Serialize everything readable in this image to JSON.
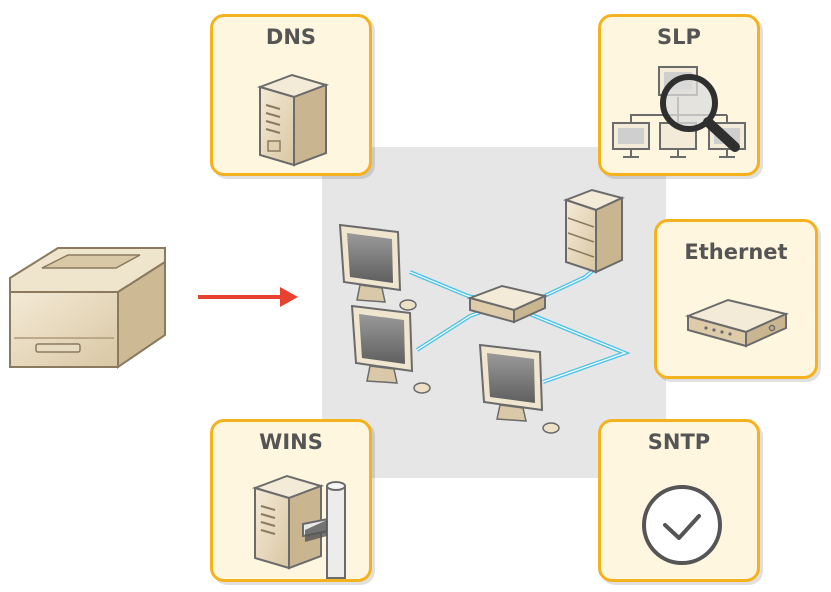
{
  "cards": {
    "dns": "DNS",
    "slp": "SLP",
    "ethernet": "Ethernet",
    "wins": "WINS",
    "sntp": "SNTP"
  },
  "colors": {
    "card_border": "#f5b21f",
    "card_fill": "#fff6e0",
    "arrow": "#e8412f",
    "network_cable": "#4fc3e8",
    "panel": "#e6e6e6"
  },
  "icons": [
    "printer-icon",
    "arrow-icon",
    "computer-icon",
    "hub-icon",
    "server-icon",
    "search-icon",
    "clock-icon",
    "pipe-icon"
  ]
}
